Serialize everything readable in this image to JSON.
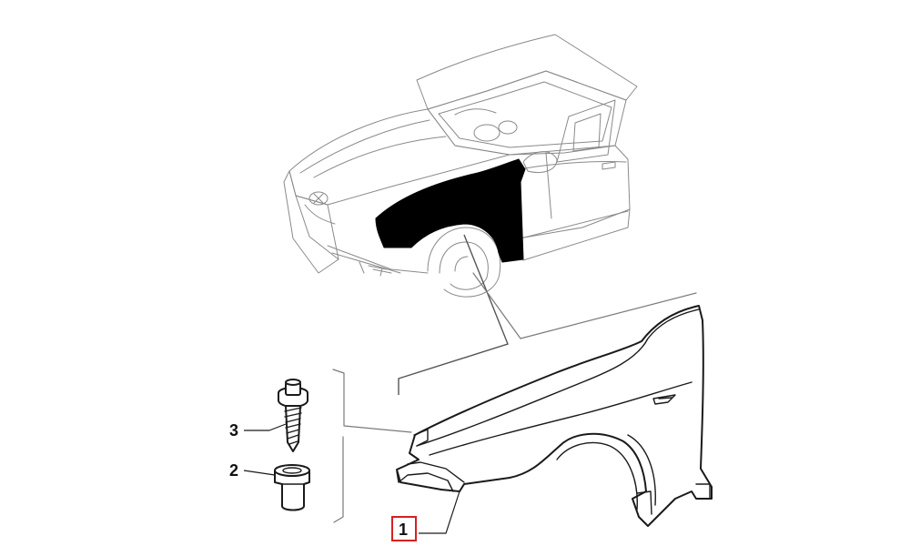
{
  "callouts": [
    {
      "id": "3",
      "label": "3"
    },
    {
      "id": "2",
      "label": "2"
    },
    {
      "id": "1",
      "label": "1"
    }
  ],
  "colors": {
    "highlight_fill": "#000000",
    "line": "#1a1a1a",
    "sketch": "#8a8a8a",
    "box": "#d62020"
  }
}
